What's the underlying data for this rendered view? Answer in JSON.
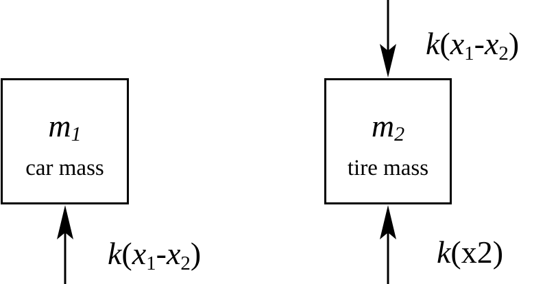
{
  "masses": [
    {
      "symbol": "m",
      "subscript": "1",
      "caption": "car mass"
    },
    {
      "symbol": "m",
      "subscript": "2",
      "caption": "tire mass"
    }
  ],
  "forces": {
    "top_right": {
      "k": "k",
      "open": "(",
      "x1": "x",
      "x1_sub": "1",
      "minus": "-",
      "x2": "x",
      "x2_sub": "2",
      "close": ")"
    },
    "bottom_left": {
      "k": "k",
      "open": "(",
      "x1": "x",
      "x1_sub": "1",
      "minus": "-",
      "x2": "x",
      "x2_sub": "2",
      "close": ")"
    },
    "bottom_right": {
      "k": "k",
      "rest": "(x2)"
    }
  },
  "colors": {
    "stroke": "#000000",
    "background": "#ffffff"
  }
}
